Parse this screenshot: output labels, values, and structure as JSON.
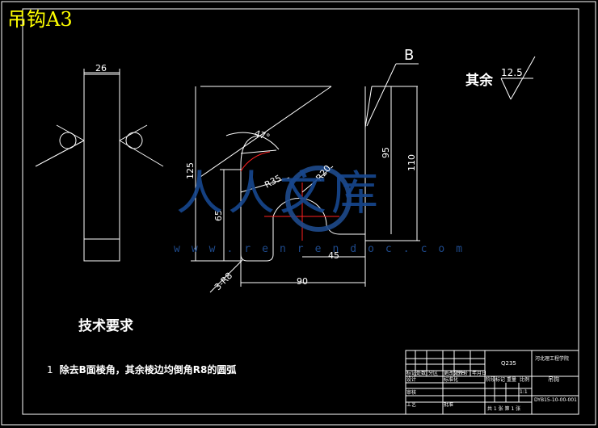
{
  "sheet": {
    "title": "吊钩A3"
  },
  "roughness": {
    "label": "其余",
    "value": "12.5"
  },
  "section_mark": "B",
  "dimensions": {
    "width_top": "26",
    "angle": "47°",
    "r35": "R35",
    "r20": "R20",
    "h125": "125",
    "h65": "65",
    "h95": "95",
    "h110": "110",
    "w45": "45",
    "w90": "90",
    "r8": "3-R8"
  },
  "tech": {
    "heading": "技术要求",
    "note_number": "1",
    "note_text": "除去B面棱角，其余棱边均倒角R8的圆弧"
  },
  "watermark": {
    "logo": "人人文库",
    "url": "www.renrendoc.com"
  },
  "title_block": {
    "material": "Q235",
    "company": "河北理工程学院",
    "part_name": "吊钩",
    "drawing_no": "DYB15-10-00-001",
    "cells": {
      "mark": "标记",
      "count": "处数",
      "zone": "分区",
      "change_doc": "更改文件号",
      "sign": "签名",
      "date": "年月日",
      "design": "设计",
      "standard": "标准化",
      "review": "审核",
      "craft": "工艺",
      "approve": "批准",
      "stage_mark": "阶段标记",
      "weight": "重量",
      "scale": "比例",
      "scale_value": "1:1",
      "sheet_info": "共 1 张 第 1 张"
    }
  }
}
